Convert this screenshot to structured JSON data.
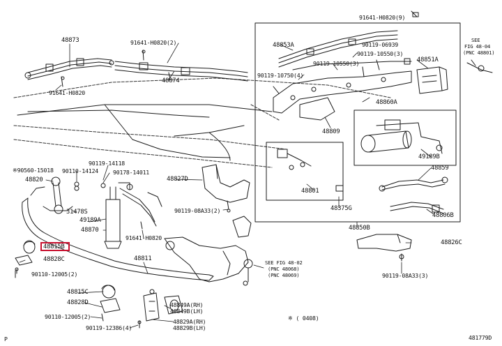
{
  "diagram": {
    "highlight_color": "#c8102e",
    "labels": {
      "p48873": "48873",
      "p91641_h0820_a": "91641-H0820(2)",
      "p91641_h0820_b": "91641-H0820",
      "p48874": "48874",
      "p91641_h0820_9": "91641-H0820(9)",
      "p48853a": "48853A",
      "p90119_06939": "90119-06939",
      "p90119_10550_3a": "90119-10550(3)",
      "p90119_10550_3b": "90119-10550(3)",
      "p90119_10750": "90119-10750(4)",
      "p48851a": "48851A",
      "p48860a": "48860A",
      "p48809": "48809",
      "p49189b": "49189B",
      "p48859": "48859",
      "p48801": "48801",
      "p48375g": "48375G",
      "p48806b": "48806B",
      "p48850b": "48850B",
      "p48826c": "48826C",
      "p90119_08a33_3": "90119-08A33(3)",
      "p90119_08a33_2": "90119-08A33(2)",
      "p48827d": "48827D",
      "p90560": "※90560-15018",
      "p90110_14124": "90110-14124",
      "p90178_14011": "90178-14011",
      "p90119_14118": "90119-14118",
      "p48820": "48820",
      "p31478s": "31478S",
      "p49189a": "49189A",
      "p48870": "48870",
      "p91641_h0820_c": "91641-H0820",
      "p48815b": "48815B",
      "p48828c": "48828C",
      "p90110_12005_2a": "90110-12005(2)",
      "p48811": "48811",
      "p48815c": "48815C",
      "p48828d": "48828D",
      "p90110_12005_2b": "90110-12005(2)",
      "p90119_12386": "90119-12386(4)",
      "p48849a": "48849A(RH)",
      "p48849b": "48849B(LH)",
      "p48829a": "48829A(RH)",
      "p48829b": "48829B(LH)",
      "ref_fig_1": "SEE FIG 48-02",
      "ref_fig_2": "(PNC 48068)",
      "ref_fig_3": "(PNC 48069)",
      "ref_right_1": "SEE",
      "ref_right_2": "FIG 48-04",
      "ref_right_3": "(PNC 48801)",
      "note": "※ (   0408)",
      "corner_left": "P",
      "corner_right": "481779D"
    }
  }
}
